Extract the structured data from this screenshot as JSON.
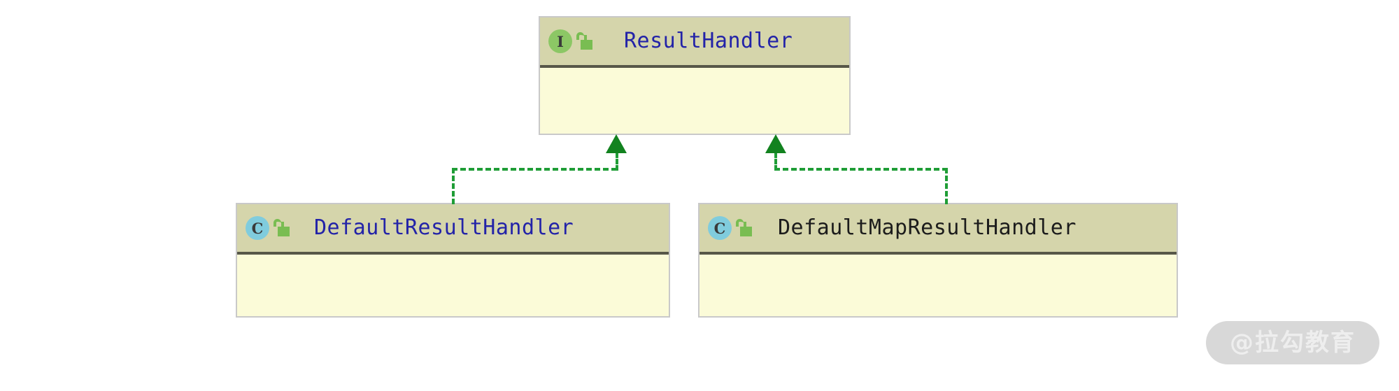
{
  "diagram": {
    "kind": "uml-class-diagram",
    "title": "ResultHandler hierarchy",
    "background_color": "#ffffff",
    "palette": {
      "header_fill": "#d5d5ab",
      "body_fill": "#fbfbd8",
      "box_border": "#c9c9c9",
      "header_divider": "#575748",
      "connector_green": "#1f9d36",
      "arrowhead_green": "#12821f",
      "interface_badge": "#8cc765",
      "class_badge": "#80ccdd",
      "lock_green": "#79bd52",
      "name_blue": "#2323a8",
      "name_dark": "#1c1c1c"
    },
    "nodes": [
      {
        "id": "result-handler",
        "name": "ResultHandler",
        "stereotype": "I",
        "stereotype_label": "interface",
        "visibility_icon": "unlocked-padlock-icon",
        "visibility": "public",
        "name_color": "#2323a8",
        "compartments_empty": true
      },
      {
        "id": "default-result-handler",
        "name": "DefaultResultHandler",
        "stereotype": "C",
        "stereotype_label": "class",
        "visibility_icon": "unlocked-padlock-icon",
        "visibility": "public",
        "name_color": "#2323a8",
        "compartments_empty": true
      },
      {
        "id": "default-map-result-handler",
        "name": "DefaultMapResultHandler",
        "stereotype": "C",
        "stereotype_label": "class",
        "visibility_icon": "unlocked-padlock-icon",
        "visibility": "public",
        "name_color": "#1c1c1c",
        "compartments_empty": true
      }
    ],
    "edges": [
      {
        "id": "edge-default-result-handler",
        "from": "default-result-handler",
        "to": "result-handler",
        "type": "realization",
        "line_style": "dashed",
        "arrow": "solid-triangle",
        "color": "#1f9d36"
      },
      {
        "id": "edge-default-map-result-handler",
        "from": "default-map-result-handler",
        "to": "result-handler",
        "type": "realization",
        "line_style": "dashed",
        "arrow": "solid-triangle",
        "color": "#1f9d36"
      }
    ]
  },
  "watermark": {
    "text": "@拉勾教育",
    "pill_color": "#d8d8d8",
    "text_color": "#eeeeee"
  }
}
